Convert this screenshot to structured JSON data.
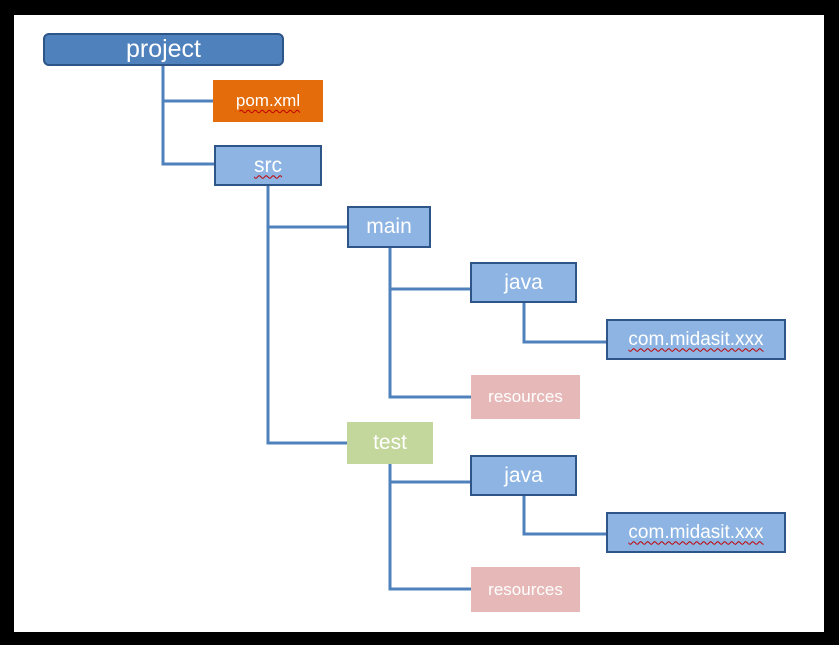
{
  "nodes": {
    "project": "project",
    "pom": "pom.xml",
    "src": "src",
    "main": "main",
    "main_java": "java",
    "main_pkg": "com.midasit.xxx",
    "main_resources": "resources",
    "test": "test",
    "test_java": "java",
    "test_pkg": "com.midasit.xxx",
    "test_resources": "resources"
  },
  "colors": {
    "root_fill": "#4f81bd",
    "folder_fill": "#8db4e2",
    "border": "#2e5588",
    "connector": "#4f81bd",
    "pom_fill": "#e46c0a",
    "test_fill": "#c3d69b",
    "resources_fill": "#e6b9b8"
  }
}
